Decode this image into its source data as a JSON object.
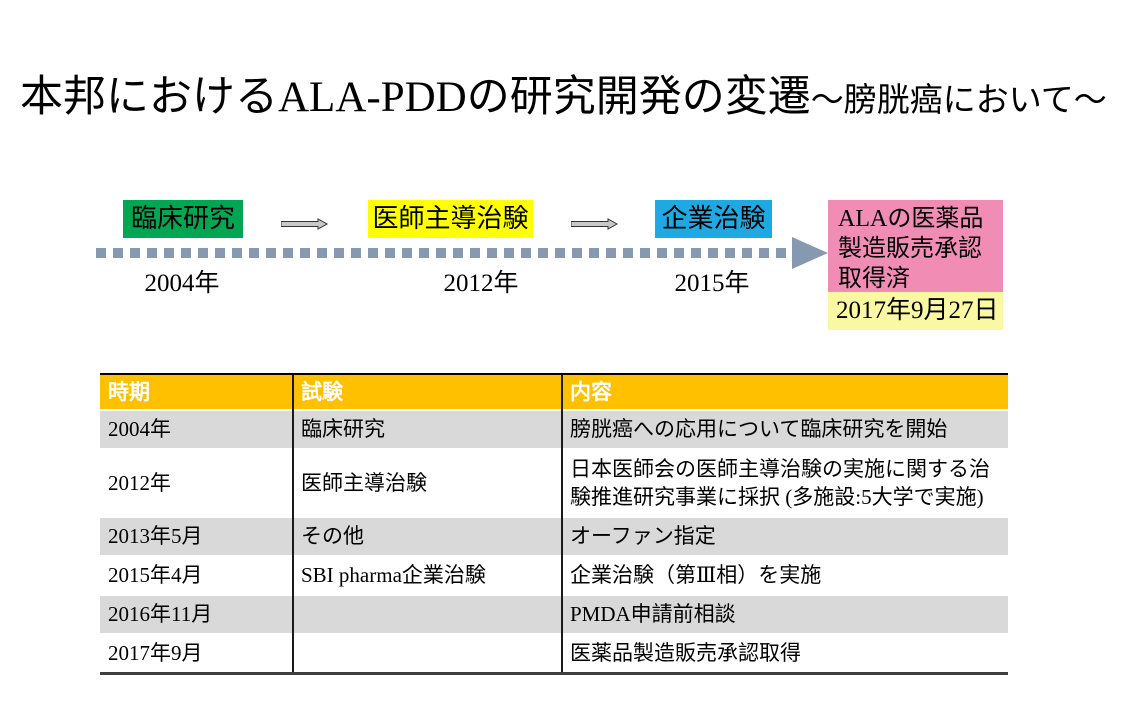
{
  "slide": {
    "title_main": "本邦におけるALA-PDDの研究開発の変遷",
    "title_sub": "～膀胱癌において～"
  },
  "timeline": {
    "stages": [
      {
        "label": "臨床研究",
        "year": "2004年",
        "color": "#00A651"
      },
      {
        "label": "医師主導治験",
        "year": "2012年",
        "color": "#FFFF00"
      },
      {
        "label": "企業治験",
        "year": "2015年",
        "color": "#1FA9E2"
      }
    ],
    "connector_color": "#C8C8C8",
    "connector_stroke": "#333333",
    "arrow_color": "#8798B1",
    "result": {
      "line1": "ALAの医薬品",
      "line2": "製造販売承認",
      "line3": "取得済",
      "box_color": "#F18CB5",
      "date": "2017年9月27日",
      "date_box_color": "#FBF8A3"
    }
  },
  "table": {
    "header": {
      "period": "時期",
      "trial": "試験",
      "content": "内容"
    },
    "header_color": "#FFC000",
    "alt_row_color": "#D9D9D9",
    "rows": [
      {
        "period": "2004年",
        "trial": "臨床研究",
        "content": "膀胱癌への応用について臨床研究を開始"
      },
      {
        "period": "2012年",
        "trial": "医師主導治験",
        "content": "日本医師会の医師主導治験の実施に関する治験推進研究事業に採択 (多施設:5大学で実施)"
      },
      {
        "period": "2013年5月",
        "trial": "その他",
        "content": "オーファン指定"
      },
      {
        "period": "2015年4月",
        "trial": "SBI pharma企業治験",
        "content": "企業治験（第Ⅲ相）を実施"
      },
      {
        "period": "2016年11月",
        "trial": "",
        "content": "PMDA申請前相談"
      },
      {
        "period": "2017年9月",
        "trial": "",
        "content": "医薬品製造販売承認取得"
      }
    ]
  }
}
